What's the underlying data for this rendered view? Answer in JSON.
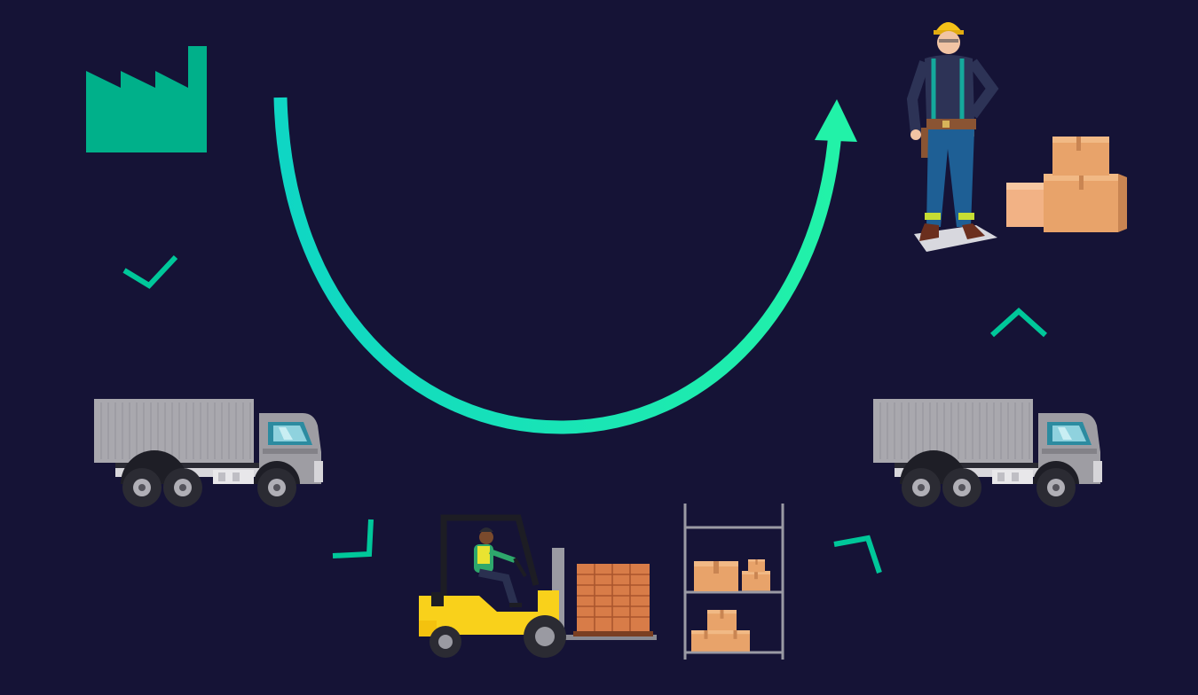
{
  "palette": {
    "background": "#151336",
    "accent": "#14e0b0",
    "accent_dark": "#00b48e",
    "factory": "#00b08a",
    "truck_body": "#a7a6ab",
    "truck_cab": "#9c9ba1",
    "wheel": "#2b2b33",
    "box": "#e8a36a",
    "forklift": "#f9d11b"
  },
  "flow": {
    "stages": [
      {
        "name": "factory",
        "icon": "factory-icon"
      },
      {
        "name": "truck-out",
        "icon": "truck-icon"
      },
      {
        "name": "warehouse",
        "icon": "forklift-icon"
      },
      {
        "name": "truck-in",
        "icon": "truck-icon"
      },
      {
        "name": "worker",
        "icon": "worker-icon"
      }
    ]
  }
}
